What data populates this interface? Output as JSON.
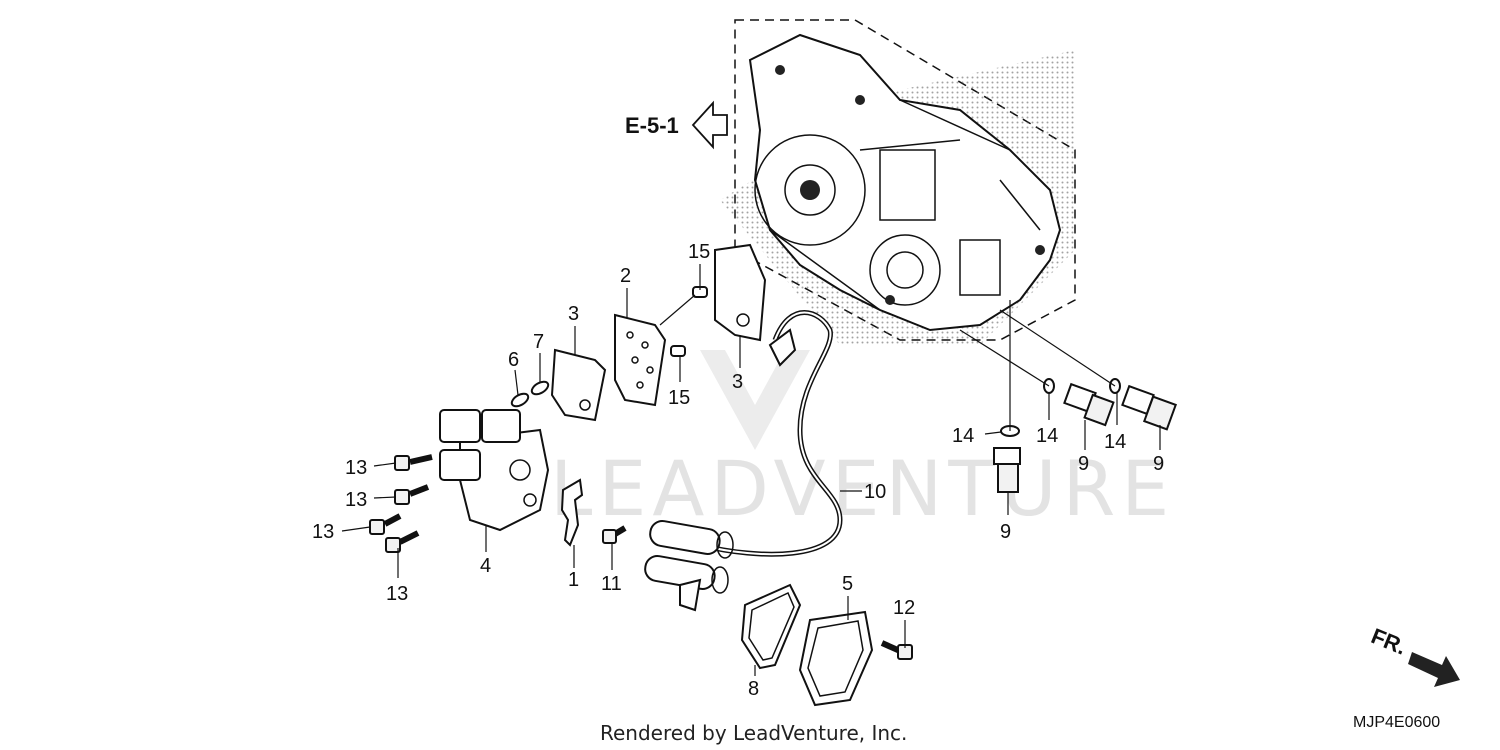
{
  "diagram": {
    "reference_arrow": "E-5-1",
    "front_arrow": "FR.",
    "diagram_code": "MJP4E0600",
    "footer": "Rendered by LeadVenture, Inc.",
    "watermark": "LEADVENTURE",
    "callouts": {
      "c1": "1",
      "c2": "2",
      "c3a": "3",
      "c3b": "3",
      "c4": "4",
      "c5": "5",
      "c6": "6",
      "c7": "7",
      "c8": "8",
      "c9a": "9",
      "c9b": "9",
      "c9c": "9",
      "c10": "10",
      "c11": "11",
      "c12": "12",
      "c13a": "13",
      "c13b": "13",
      "c13c": "13",
      "c13d": "13",
      "c14a": "14",
      "c14b": "14",
      "c14c": "14",
      "c15a": "15",
      "c15b": "15"
    }
  }
}
